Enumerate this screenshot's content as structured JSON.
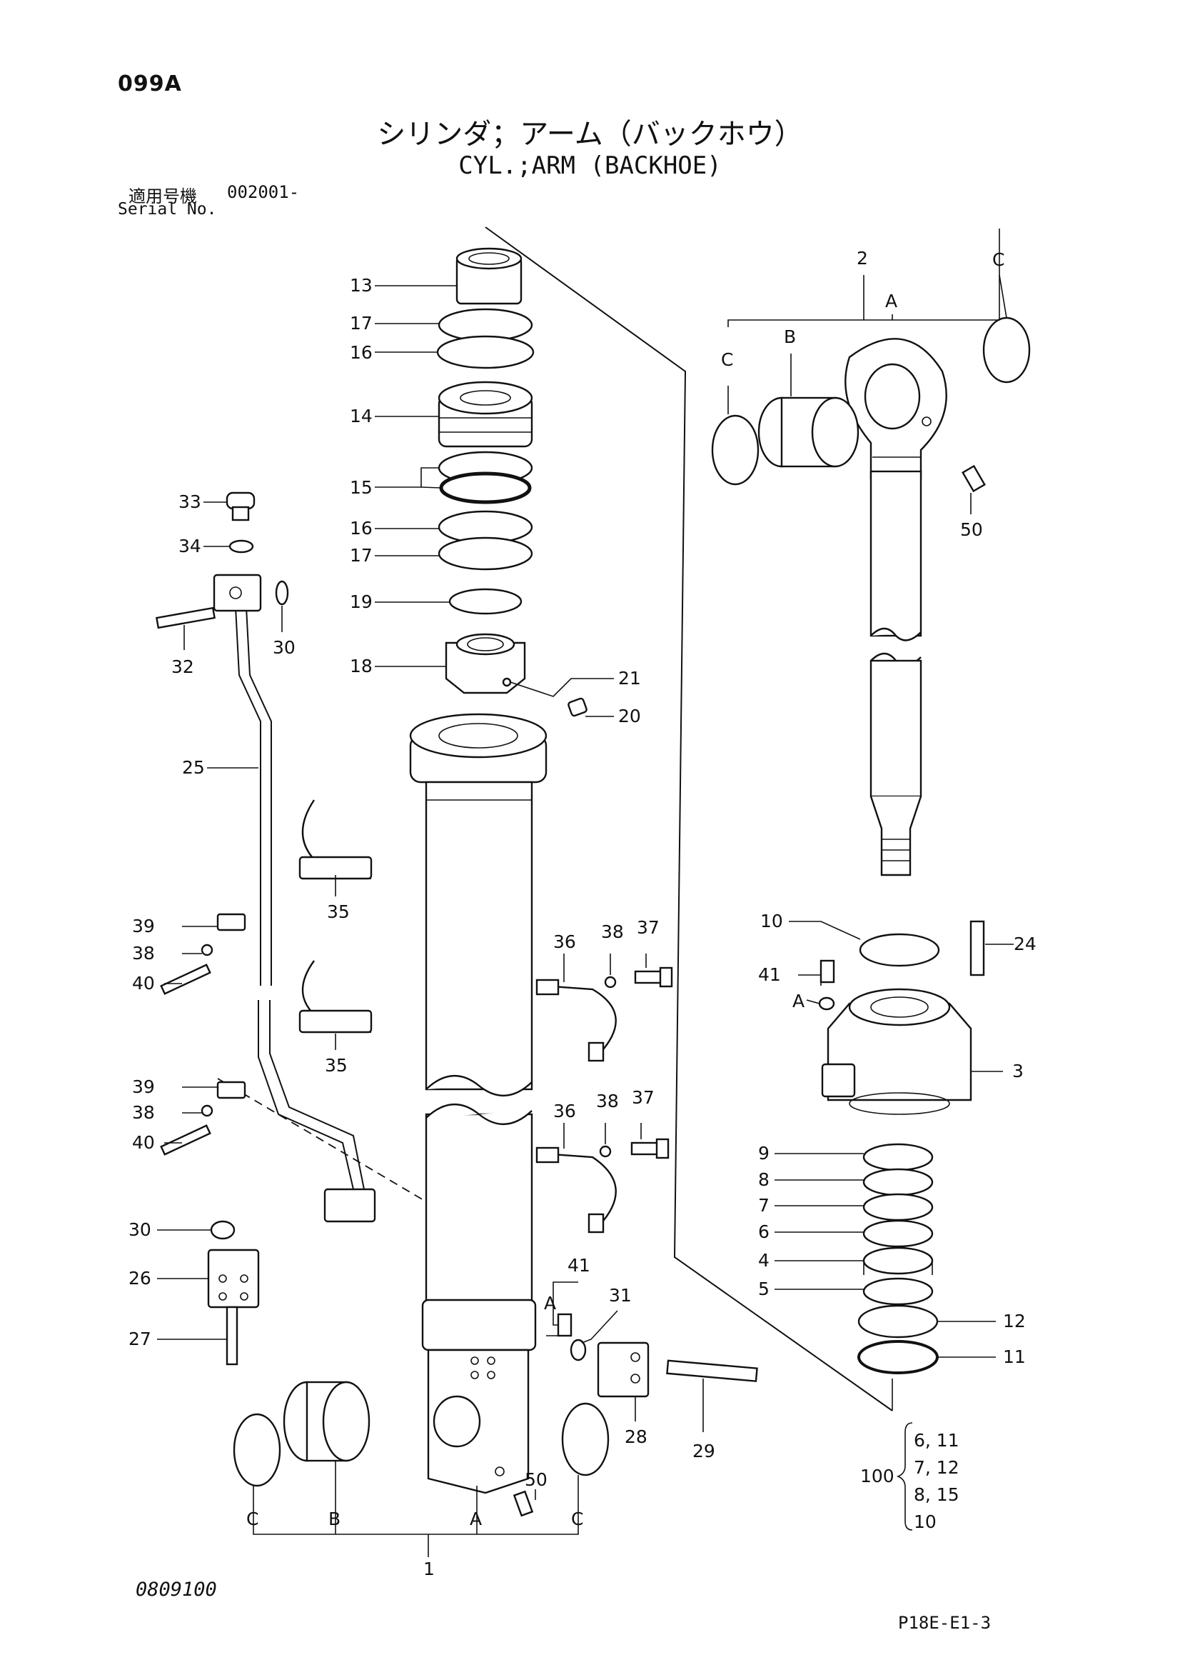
{
  "header": {
    "page_code": "099A",
    "title_jp": "シリンダ；アーム（バックホウ）",
    "title_en": "CYL.;ARM (BACKHOE)",
    "serial_label_jp": "適用号機",
    "serial_value": "002001-",
    "serial_label_en": "Serial No."
  },
  "footer": {
    "doc_number": "0809100",
    "page_ref": "P18E-E1-3"
  },
  "callouts": {
    "c13": "13",
    "c17a": "17",
    "c16a": "16",
    "c14": "14",
    "c15": "15",
    "c16b": "16",
    "c17b": "17",
    "c19": "19",
    "c18": "18",
    "c21": "21",
    "c20": "20",
    "c33": "33",
    "c34": "34",
    "c32": "32",
    "c30a": "30",
    "c25": "25",
    "c35a": "35",
    "c35b": "35",
    "c39a": "39",
    "c38a": "38",
    "c40a": "40",
    "c39b": "39",
    "c38b": "38",
    "c40b": "40",
    "c36a": "36",
    "c38c": "38",
    "c37a": "37",
    "c36b": "36",
    "c38d": "38",
    "c37b": "37",
    "c30b": "30",
    "c26": "26",
    "c27": "27",
    "c41a": "41",
    "cAa": "A",
    "c31": "31",
    "c28": "28",
    "c29": "29",
    "c50a": "50",
    "c2": "2",
    "cA_top": "A",
    "cB_top": "B",
    "cC_top_l": "C",
    "cC_top_r": "C",
    "c50b": "50",
    "c10": "10",
    "c24": "24",
    "c41b": "41",
    "cAb": "A",
    "c3": "3",
    "c9": "9",
    "c8": "8",
    "c7": "7",
    "c6": "6",
    "c4": "4",
    "c5": "5",
    "c12": "12",
    "c11": "11",
    "cC_bot_l": "C",
    "cB_bot": "B",
    "cA_bot": "A",
    "cC_bot_r": "C",
    "c1": "1"
  },
  "kit": {
    "number": "100",
    "rows": [
      "6, 11",
      "7, 12",
      "8, 15",
      "10"
    ]
  }
}
